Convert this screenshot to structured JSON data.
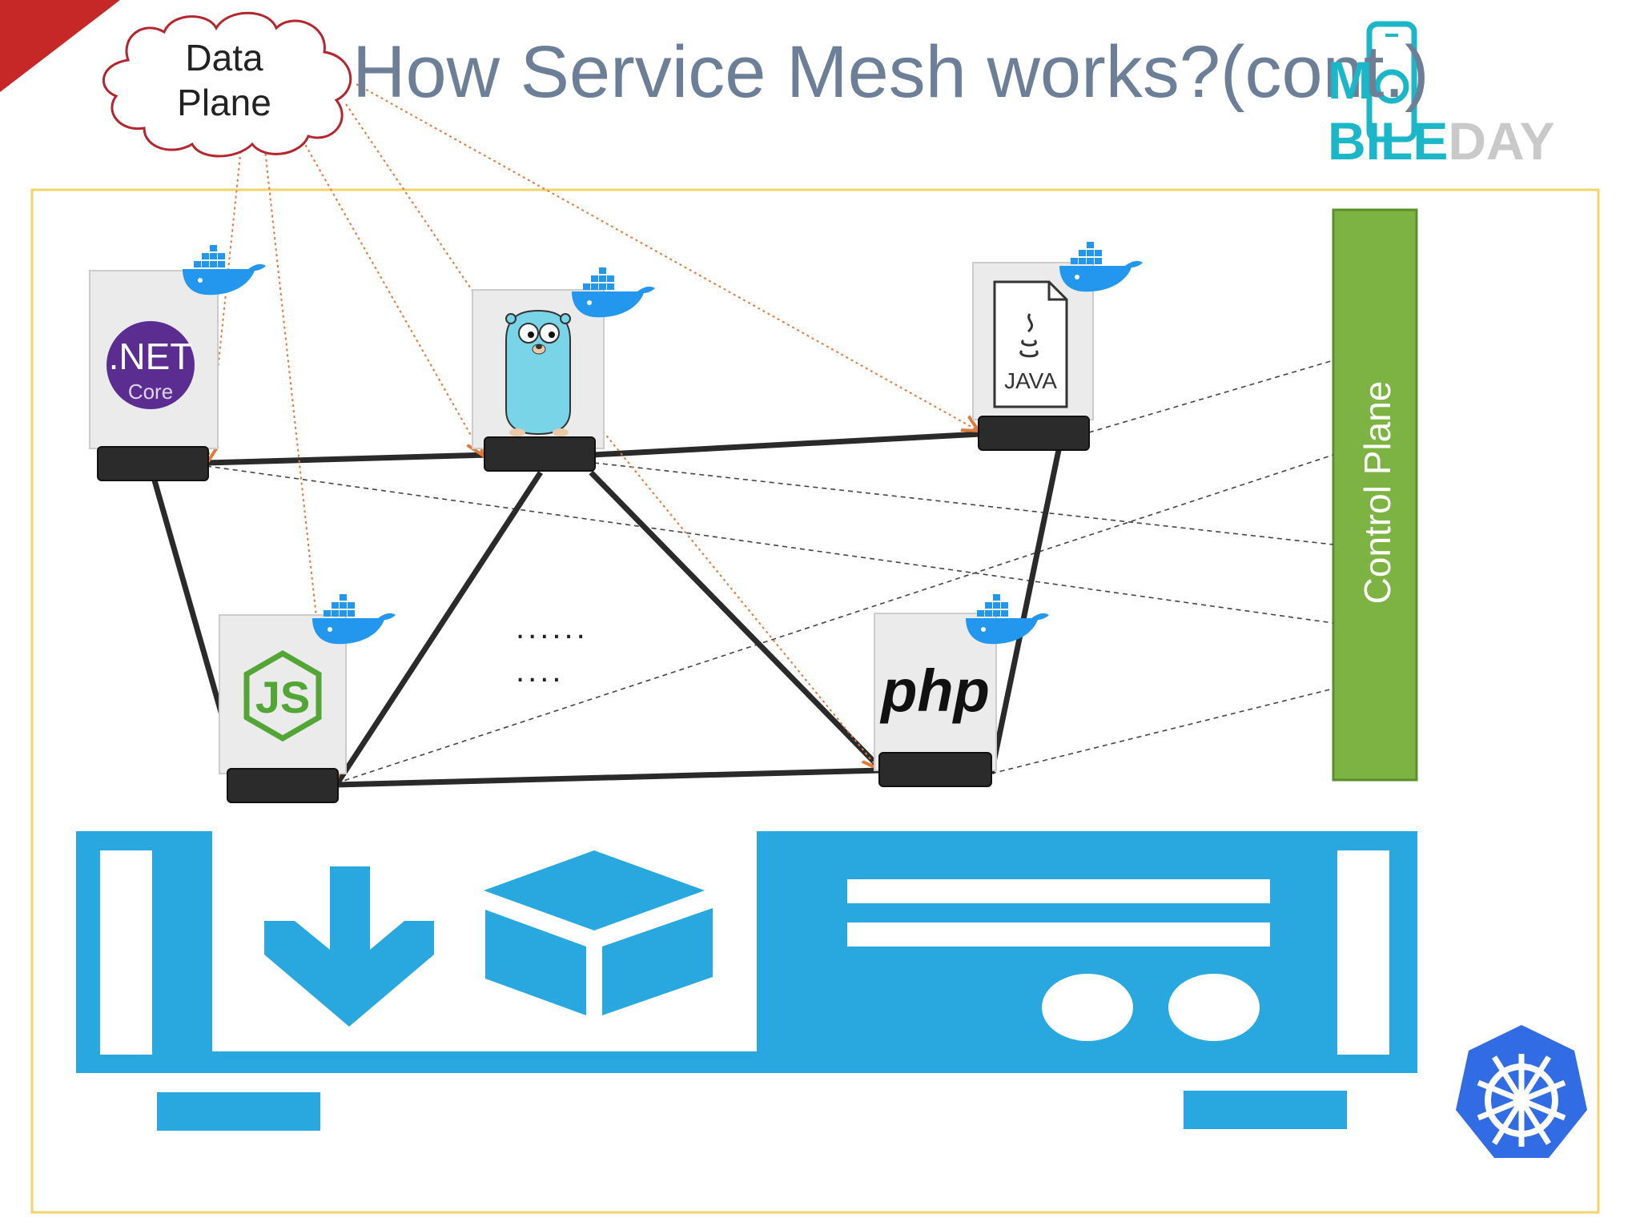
{
  "title": "How Service Mesh works?(cont.)",
  "cloud_label_line1": "Data",
  "cloud_label_line2": "Plane",
  "control_plane_label": "Control Plane",
  "logo": {
    "part1": "M",
    "part2": "BILE",
    "part3": "DAY"
  },
  "placeholder_dots_1": "......",
  "placeholder_dots_2": "....",
  "services": [
    {
      "name": "dotnet-core",
      "logo_text_1": ".NET",
      "logo_text_2": "Core"
    },
    {
      "name": "go",
      "logo_text_1": ""
    },
    {
      "name": "java",
      "logo_text_1": "JAVA"
    },
    {
      "name": "nodejs",
      "logo_text_1": "JS"
    },
    {
      "name": "php",
      "logo_text_1": "php"
    }
  ],
  "colors": {
    "title": "#6d7f97",
    "control_plane": "#7cb342",
    "server": "#29a8e0",
    "dotnet": "#5c2d91",
    "kubernetes": "#326ce5",
    "docker": "#2396ed",
    "frame": "#f2d36b",
    "accent_red": "#c62828",
    "logo_teal": "#1bb6c8"
  }
}
